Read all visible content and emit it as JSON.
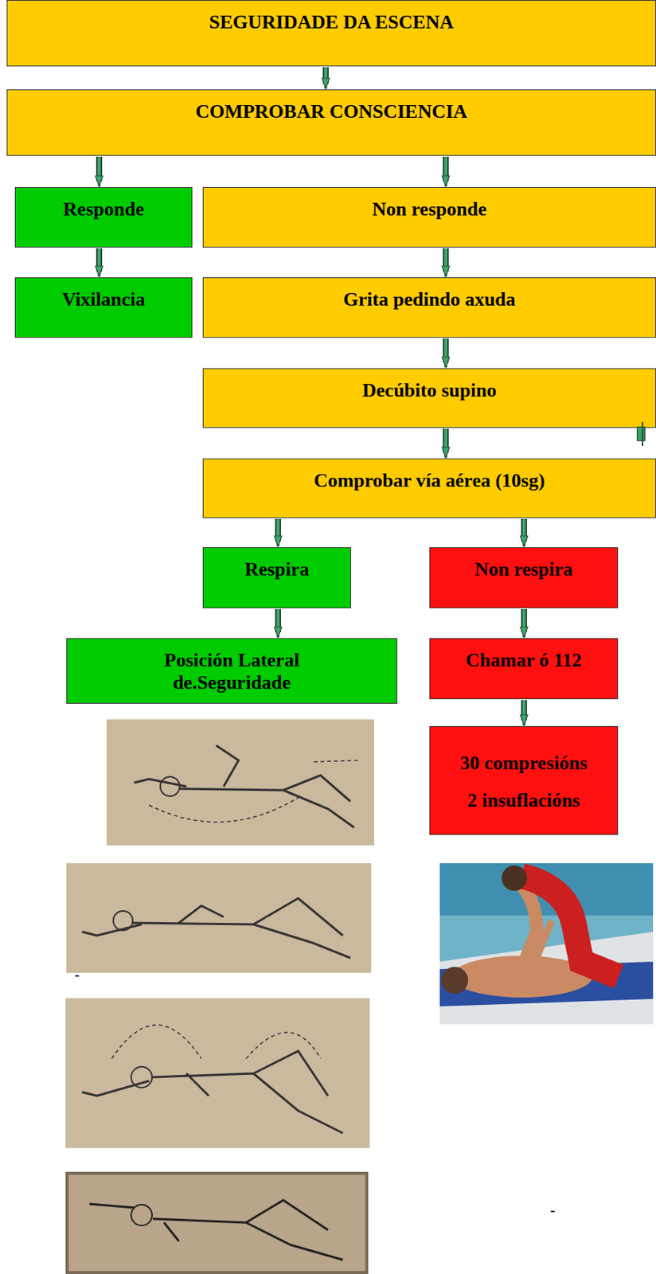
{
  "diagram": {
    "nodes": [
      {
        "text": [
          "SEGURIDADE DA ESCENA"
        ]
      },
      {
        "text": [
          "COMPROBAR CONSCIENCIA"
        ]
      },
      {
        "text": [
          "Responde"
        ]
      },
      {
        "text": [
          "Non responde"
        ]
      },
      {
        "text": [
          "Vixilancia"
        ]
      },
      {
        "text": [
          "Grita pedindo axuda"
        ]
      },
      {
        "text": [
          "Decúbito supino"
        ]
      },
      {
        "text": [
          "Comprobar vía aérea (10sg)"
        ]
      },
      {
        "text": [
          "Respira"
        ]
      },
      {
        "text": [
          "Non respira"
        ]
      },
      {
        "text": [
          "Posición Lateral de.Seguridade"
        ]
      },
      {
        "text": [
          "Chamar ó 112"
        ]
      },
      {
        "text": [
          "30 compresións",
          "2 insuflacións"
        ]
      }
    ],
    "edges": [
      {
        "from": 0,
        "to": 1,
        "arrow": "to"
      },
      {
        "from": 1,
        "to": 2,
        "arrow": "to"
      },
      {
        "from": 1,
        "to": 3,
        "arrow": "to"
      },
      {
        "from": 2,
        "to": 4,
        "arrow": "to"
      },
      {
        "from": 3,
        "to": 5,
        "arrow": "to"
      },
      {
        "from": 5,
        "to": 6,
        "arrow": "to"
      },
      {
        "from": 6,
        "to": 7,
        "arrow": "to"
      },
      {
        "from": 7,
        "to": 8,
        "arrow": "to"
      },
      {
        "from": 7,
        "to": 9,
        "arrow": "to"
      },
      {
        "from": 8,
        "to": 10,
        "arrow": "to"
      },
      {
        "from": 9,
        "to": 11,
        "arrow": "to"
      },
      {
        "from": 11,
        "to": 12,
        "arrow": "to"
      }
    ],
    "labels": [
      "-",
      "-"
    ]
  }
}
